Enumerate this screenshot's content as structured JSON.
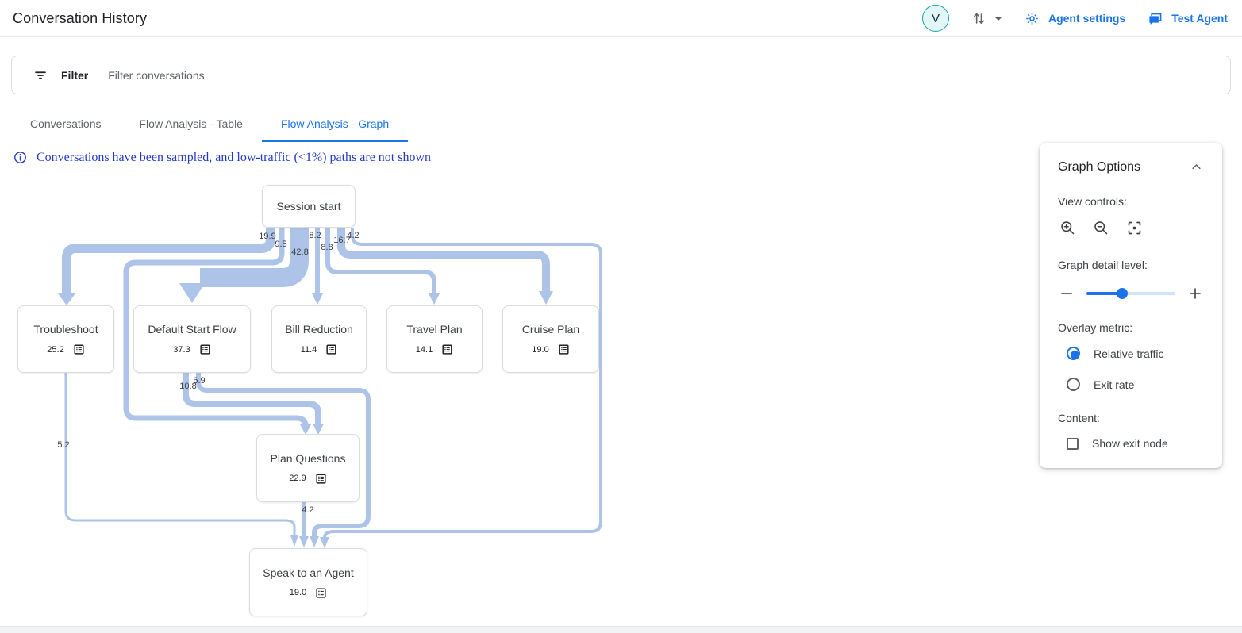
{
  "header": {
    "title": "Conversation History",
    "avatar_initial": "V",
    "agent_settings_label": "Agent settings",
    "test_agent_label": "Test Agent"
  },
  "filter_bar": {
    "label": "Filter",
    "placeholder": "Filter conversations"
  },
  "tabs": [
    {
      "label": "Conversations",
      "active": false
    },
    {
      "label": "Flow Analysis - Table",
      "active": false
    },
    {
      "label": "Flow Analysis - Graph",
      "active": true
    }
  ],
  "notice": {
    "text": "Conversations have been sampled, and low-traffic (<1%) paths are not shown"
  },
  "graph_options": {
    "title": "Graph Options",
    "view_controls_label": "View controls:",
    "detail_label": "Graph detail level:",
    "slider_value_pct": 40,
    "overlay_label": "Overlay metric:",
    "overlay_options": [
      {
        "label": "Relative traffic",
        "selected": true
      },
      {
        "label": "Exit rate",
        "selected": false
      }
    ],
    "content_label": "Content:",
    "show_exit_node_label": "Show exit node",
    "show_exit_node_checked": false
  },
  "chart_data": {
    "type": "flow-graph",
    "title": "Flow Analysis - Graph",
    "overlay_metric": "Relative traffic",
    "nodes": [
      {
        "id": "session-start",
        "label": "Session start",
        "value": null
      },
      {
        "id": "troubleshoot",
        "label": "Troubleshoot",
        "value": 25.2
      },
      {
        "id": "default-start-flow",
        "label": "Default Start Flow",
        "value": 37.3
      },
      {
        "id": "bill-reduction",
        "label": "Bill Reduction",
        "value": 11.4
      },
      {
        "id": "travel-plan",
        "label": "Travel Plan",
        "value": 14.1
      },
      {
        "id": "cruise-plan",
        "label": "Cruise Plan",
        "value": 19.0
      },
      {
        "id": "plan-questions",
        "label": "Plan Questions",
        "value": 22.9
      },
      {
        "id": "speak-to-an-agent",
        "label": "Speak to an Agent",
        "value": 19.0
      }
    ],
    "edges": [
      {
        "from": "session-start",
        "to": "troubleshoot",
        "value": 19.9
      },
      {
        "from": "session-start",
        "to": "plan-questions",
        "value": 9.5
      },
      {
        "from": "session-start",
        "to": "default-start-flow",
        "value": 42.8
      },
      {
        "from": "session-start",
        "to": "bill-reduction",
        "value": 8.2
      },
      {
        "from": "session-start",
        "to": "travel-plan",
        "value": 8.8
      },
      {
        "from": "session-start",
        "to": "cruise-plan",
        "value": 16.7
      },
      {
        "from": "session-start",
        "to": "speak-to-an-agent",
        "value": 4.2
      },
      {
        "from": "default-start-flow",
        "to": "plan-questions",
        "value": 10.8
      },
      {
        "from": "default-start-flow",
        "to": "speak-to-an-agent",
        "value": 6.9
      },
      {
        "from": "troubleshoot",
        "to": "speak-to-an-agent",
        "value": 5.2
      },
      {
        "from": "plan-questions",
        "to": "speak-to-an-agent",
        "value": 4.2
      }
    ]
  },
  "colors": {
    "accent": "#1a73e8",
    "edge": "#aec3e8",
    "notice_text": "#2438c8",
    "avatar_border": "#17a2b0",
    "node_border": "#dadce0",
    "secondary_text": "#5f6368"
  }
}
